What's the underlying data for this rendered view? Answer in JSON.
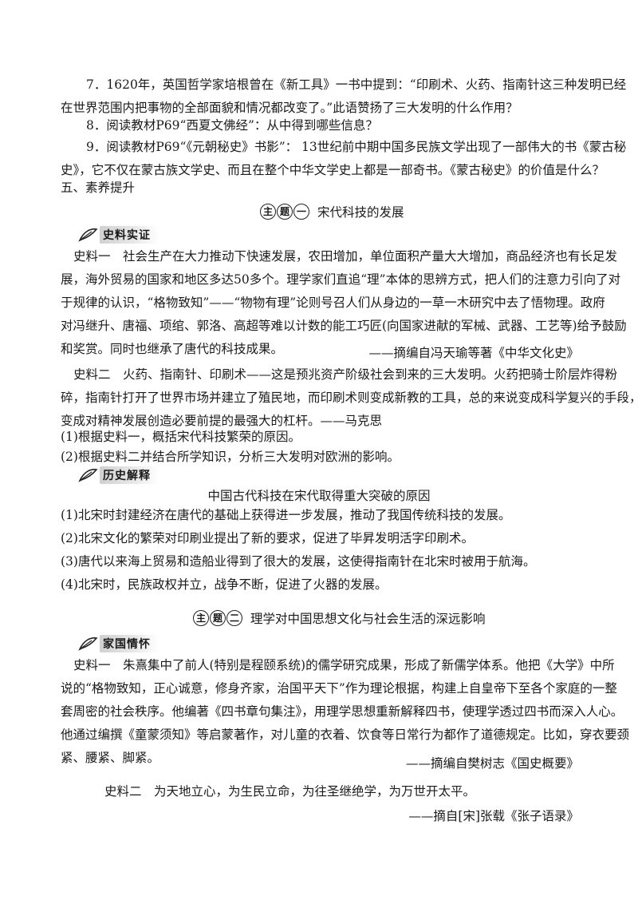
{
  "q7": [
    "7．1620年，英国哲学家培根曾在《新工具》一书中提到：“印刷术、火药、指南针这三种发明已经",
    "在世界范围内把事物的全部面貌和情况都改变了。”此语赞扬了三大发明的什么作用？"
  ],
  "q8": "8．阅读教材P69“西夏文佛经”：从中得到哪些信息？",
  "q9": [
    "9．阅读教材P69“《元朝秘史》书影”：  13世纪前中期中国多民族文学出现了一部伟大的书《蒙古秘",
    "史》，它不仅在蒙古族文学史、而且在整个中华文学史上都是一部奇书。《蒙古秘史》的价值是什么？"
  ],
  "section5": "五、素养提升",
  "topic1": {
    "badge": [
      "主",
      "题",
      "一"
    ],
    "title": "宋代科技的发展"
  },
  "tag1": "史料实证",
  "s1": [
    "史料一　社会生产在大力推动下快速发展，农田增加，单位面积产量大大增加，商品经济也有长足发",
    "展，海外贸易的国家和地区多达50多个。理学家们直追“理”本体的思辨方式，把人们的注意力引向了对",
    "于规律的认识，“格物致知”——“物物有理”论则号召人们从身边的一草一木研究中去了悟物理。政府",
    "对冯继升、唐福、项绾、郭洛、高超等难以计数的能工巧匠(向国家进献的军械、武器、工艺等)给予鼓励",
    "和奖赏。同时也继承了唐代的科技成果。"
  ],
  "s1_src": "——摘编自冯天瑜等著《中华文化史》",
  "s2": [
    "史料二　火药、指南针、印刷术——这是预兆资产阶级社会到来的三大发明。火药把骑士阶层炸得粉",
    "碎，指南针打开了世界市场并建立了殖民地，而印刷术则变成新教的工具，总的来说变成科学复兴的手段，",
    "变成对精神发展创造必要前提的最强大的杠杆。——马克思"
  ],
  "qa": "(1)根据史料一，概括宋代科技繁荣的原因。",
  "qb": "(2)根据史料二并结合所学知识，分析三大发明对欧洲的影响。",
  "tag2": "历史解释",
  "reasons_title": "中国古代科技在宋代取得重大突破的原因",
  "reasons": [
    "(1)北宋时封建经济在唐代的基础上获得进一步发展，推动了我国传统科技的发展。",
    "(2)北宋文化的繁荣对印刷业提出了新的要求，促进了毕昇发明活字印刷术。",
    "(3)唐代以来海上贸易和造船业得到了很大的发展，这使得指南针在北宋时被用于航海。",
    "(4)北宋时，民族政权并立，战争不断，促进了火器的发展。"
  ],
  "topic2": {
    "badge": [
      "主",
      "题",
      "二"
    ],
    "title": "理学对中国思想文化与社会生活的深远影响"
  },
  "tag3": "家国情怀",
  "t1": [
    "史料一　朱熹集中了前人(特别是程颐系统)的儒学研究成果，形成了新儒学体系。他把《大学》中所",
    "说的“格物致知，正心诚意，修身齐家，治国平天下”作为理论根据，构建上自皇帝下至各个家庭的一整",
    "套周密的社会秩序。他编著《四书章句集注》，用理学思想重新解释四书，使理学透过四书而深入人心。",
    "他通过编撰《童蒙须知》等启蒙著作，对儿童的衣着、饮食等日常行为都作了道德规定。比如，穿衣要颈",
    "紧、腰紧、脚紧。"
  ],
  "t1_src": "——摘编自樊树志《国史概要》",
  "t2": "史料二　为天地立心，为生民立命，为往圣继绝学，为万世开太平。",
  "t2_src": "——摘自[宋]张载《张子语录》"
}
